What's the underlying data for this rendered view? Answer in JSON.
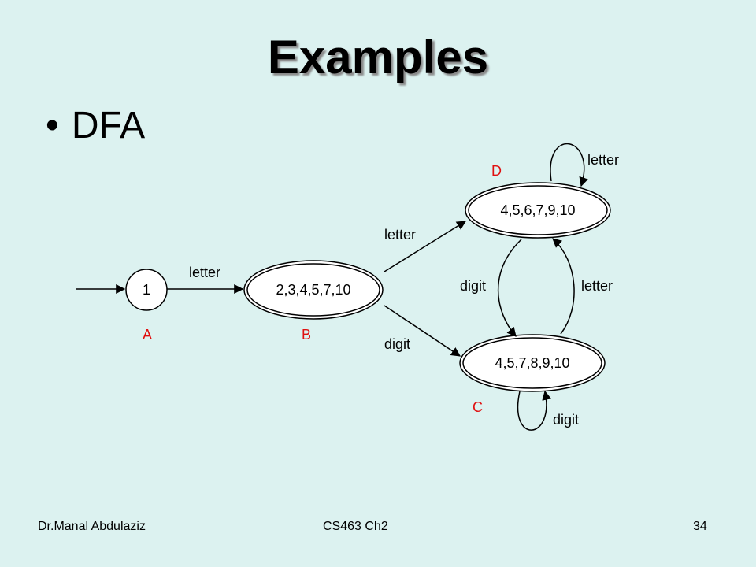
{
  "slide": {
    "title": "Examples",
    "bullet": "DFA"
  },
  "diagram": {
    "states": [
      {
        "id": "A",
        "label": "1",
        "name": "A"
      },
      {
        "id": "B",
        "label": "2,3,4,5,7,10",
        "name": "B"
      },
      {
        "id": "D",
        "label": "4,5,6,7,9,10",
        "name": "D"
      },
      {
        "id": "C",
        "label": "4,5,7,8,9,10",
        "name": "C"
      }
    ],
    "edges": [
      {
        "from": "A",
        "to": "B",
        "label": "letter"
      },
      {
        "from": "B",
        "to": "D",
        "label": "letter"
      },
      {
        "from": "B",
        "to": "C",
        "label": "digit"
      },
      {
        "from": "D",
        "to": "C",
        "label": "digit"
      },
      {
        "from": "C",
        "to": "D",
        "label": "letter"
      },
      {
        "from": "D",
        "to": "D",
        "label": "letter"
      },
      {
        "from": "C",
        "to": "C",
        "label": "digit"
      }
    ]
  },
  "footer": {
    "author": "Dr.Manal Abdulaziz",
    "course": "CS463 Ch2",
    "page": "34"
  },
  "colors": {
    "background": "#dcf2f0",
    "state_name": "#e01010"
  }
}
